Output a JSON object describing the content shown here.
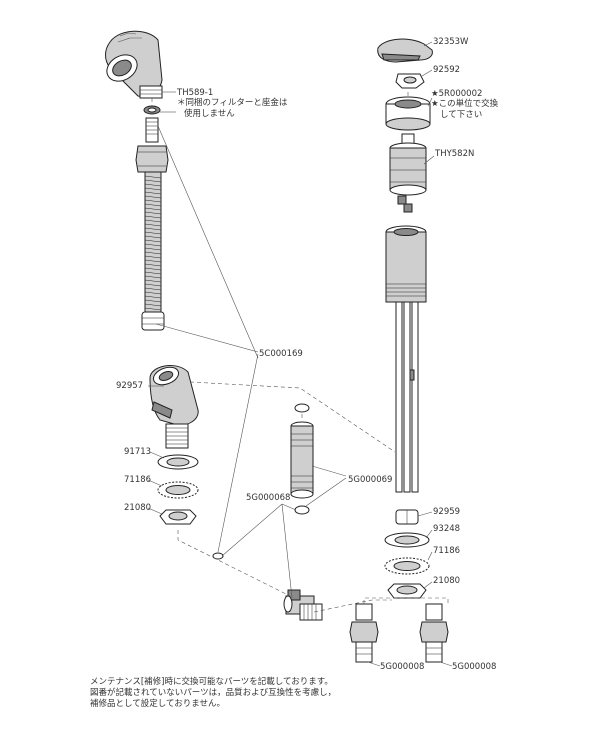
{
  "labels": {
    "shower_head": "TH589-1",
    "shower_note_1": "＊同梱のフィルターと座金は",
    "shower_note_2": "使用しません",
    "hose": "5C000169",
    "holder": "92957",
    "washer_a": "91713",
    "lock_washer_a": "71186",
    "nut_a": "21080",
    "fitting_a": "5G000068",
    "pipe": "5G000069",
    "handle": "32353W",
    "cap": "92592",
    "cartridge_set": "★5R000002",
    "set_note_1": "★この単位で交換",
    "set_note_2": "して下さい",
    "cartridge": "THY582N",
    "spacer": "92959",
    "washer_b": "93248",
    "lock_washer_b": "71186",
    "nut_b": "21080",
    "fitting_b1": "5G000008",
    "fitting_b2": "5G000008"
  },
  "footer": {
    "line1": "メンテナンス[補修]時に交換可能なパーツを記載しております。",
    "line2": "図番が記載されていないパーツは，品質および互換性を考慮し，",
    "line3": "補修品として設定しておりません。"
  }
}
